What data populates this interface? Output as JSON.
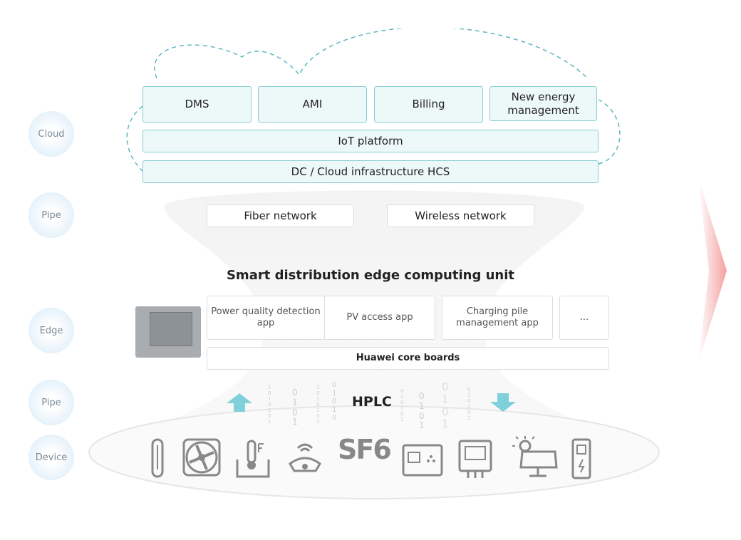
{
  "layers": [
    "Cloud",
    "Pipe",
    "Edge",
    "Pipe",
    "Device"
  ],
  "cloud": {
    "apps": [
      "DMS",
      "AMI",
      "Billing",
      "New energy management"
    ],
    "iot": "IoT platform",
    "infra": "DC / Cloud infrastructure HCS"
  },
  "pipe": {
    "fiber": "Fiber network",
    "wireless": "Wireless network"
  },
  "edge": {
    "title": "Smart distribution edge computing unit",
    "apps": [
      "Power quality detection app",
      "PV access app",
      "Charging pile management app",
      "..."
    ],
    "core": "Huawei core boards"
  },
  "hplc": "HPLC",
  "devices": [
    "thermometer-icon",
    "fan-icon",
    "water-temperature-icon",
    "smoke-detector-icon",
    "sf6-icon",
    "controller-icon",
    "meter-icon",
    "solar-panel-icon",
    "charging-pile-icon"
  ],
  "sf6_label": "SF6",
  "colors": {
    "accent": "#86cdd2",
    "arrow": "#e23b3b"
  }
}
